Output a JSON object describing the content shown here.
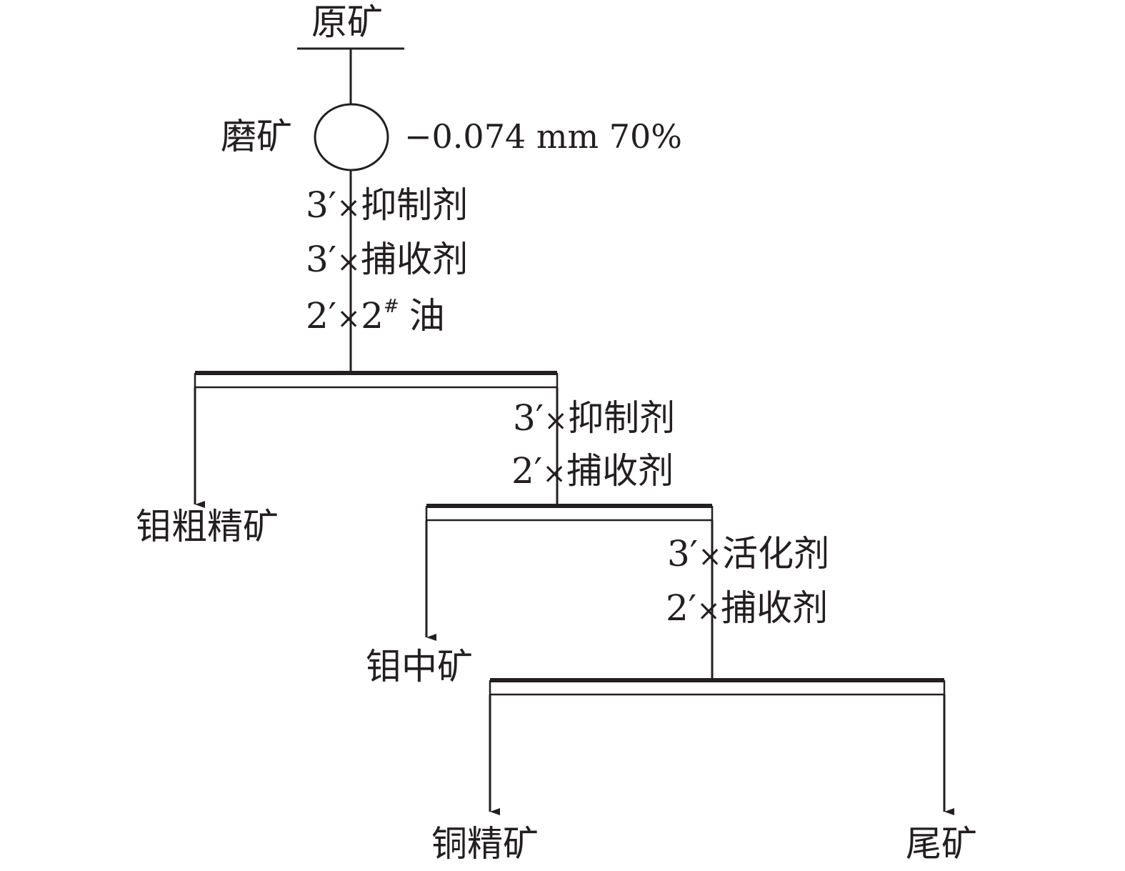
{
  "flowsheet": {
    "feed": "原矿",
    "grinding": {
      "label": "磨矿",
      "fineness": "−0.074 mm 70%"
    },
    "rougher": {
      "reagents": [
        {
          "time": "3′",
          "op": "×",
          "name": "抑制剂"
        },
        {
          "time": "3′",
          "op": "×",
          "name": "捕收剂"
        },
        {
          "time": "2′",
          "op": "×",
          "name": "2",
          "sup": "#",
          "suffix": "油"
        }
      ],
      "concentrate": "钼粗精矿"
    },
    "scavenger1": {
      "reagents": [
        {
          "time": "3′",
          "op": "×",
          "name": "抑制剂"
        },
        {
          "time": "2′",
          "op": "×",
          "name": "捕收剂"
        }
      ],
      "concentrate": "钼中矿"
    },
    "copper_flotation": {
      "reagents": [
        {
          "time": "3′",
          "op": "×",
          "name": "活化剂"
        },
        {
          "time": "2′",
          "op": "×",
          "name": "捕收剂"
        }
      ],
      "concentrate": "铜精矿",
      "tailings": "尾矿"
    }
  }
}
